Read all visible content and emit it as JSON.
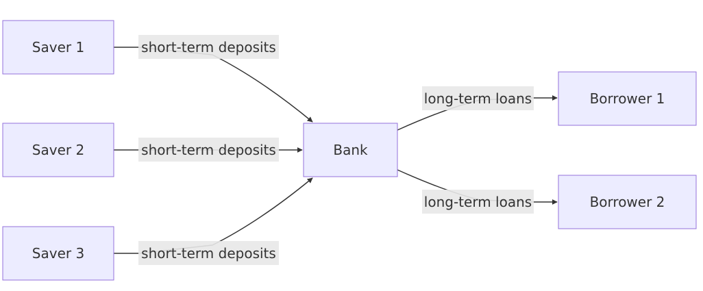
{
  "nodes": {
    "saver1": "Saver 1",
    "saver2": "Saver 2",
    "saver3": "Saver 3",
    "bank": "Bank",
    "borrower1": "Borrower 1",
    "borrower2": "Borrower 2"
  },
  "edges": {
    "saver1_bank": "short-term deposits",
    "saver2_bank": "short-term deposits",
    "saver3_bank": "short-term deposits",
    "bank_borrower1": "long-term loans",
    "bank_borrower2": "long-term loans"
  },
  "colors": {
    "node_fill": "#ECECFF",
    "node_stroke": "#9370DB",
    "edge_stroke": "#333333",
    "label_background": "#E8E8E8",
    "text": "#333333"
  }
}
